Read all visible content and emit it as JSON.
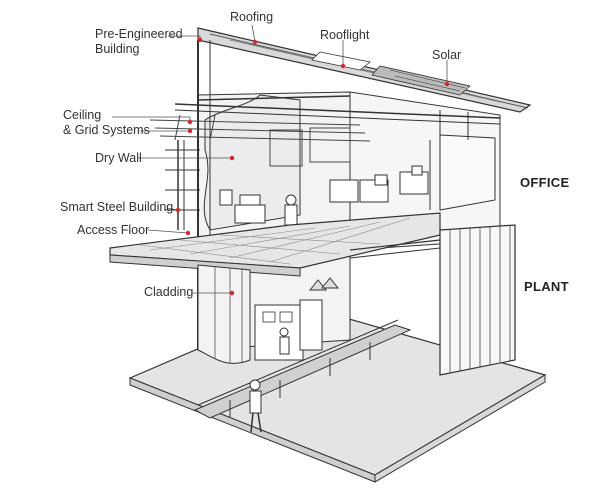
{
  "labels": {
    "pre_engineered_line1": "Pre-Engineered",
    "pre_engineered_line2": "Building",
    "roofing": "Roofing",
    "rooflight": "Rooflight",
    "solar": "Solar",
    "ceiling_line1": "Ceiling",
    "ceiling_line2": "& Grid Systems",
    "dry_wall": "Dry Wall",
    "smart_steel": "Smart Steel Building",
    "access_floor": "Access Floor",
    "cladding": "Cladding"
  },
  "sections": {
    "office": "OFFICE",
    "plant": "PLANT"
  },
  "colors": {
    "leader_dot": "#d6262b",
    "line": "#333333",
    "wall_fill": "#f1f1f1",
    "floor_fill": "#e4e4e4"
  }
}
